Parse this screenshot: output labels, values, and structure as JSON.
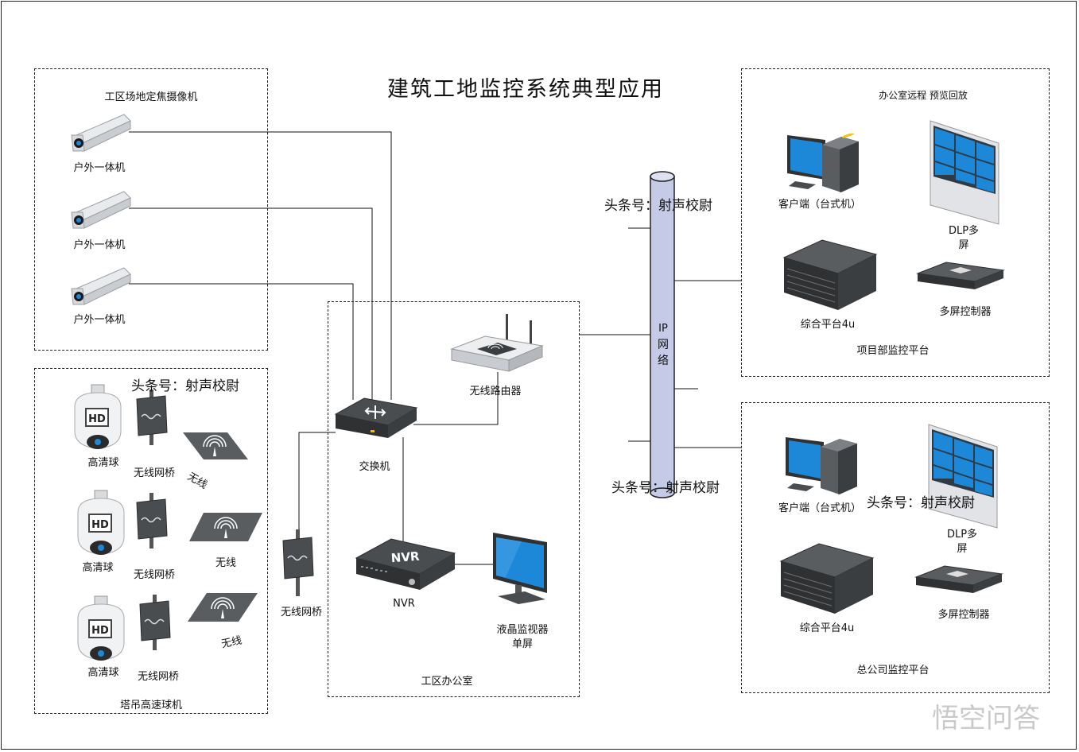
{
  "title": "建筑工地监控系统典型应用",
  "watermark": "头条号：射声校尉",
  "groups": {
    "site_cameras": "工区场地定焦摄像机",
    "tower_domes": "塔吊高速球机",
    "site_office": "工区办公室",
    "project_platform": "项目部监控平台",
    "hq_platform": "总公司监控平台",
    "office_remote": "办公室远程 预览回放"
  },
  "labels": {
    "outdoor_camera": "户外一体机",
    "hd_dome": "高清球",
    "wireless_bridge": "无线网桥",
    "wireless": "无线",
    "switch": "交换机",
    "wireless_router": "无线路由器",
    "nvr": "NVR",
    "lcd_monitor_line1": "液晶监视器",
    "lcd_monitor_line2": "单屏",
    "client_desktop": "客户端（台式机）",
    "dlp_line1": "DLP多",
    "dlp_line2": "屏",
    "platform_4u": "综合平台4u",
    "multi_screen_controller": "多屏控制器",
    "ip_network": "IP网络",
    "nvr_badge": "NVR",
    "hd_badge": "HD"
  },
  "ip_chars": [
    "IP",
    "网",
    "络"
  ],
  "logo_text": "悟空问答",
  "colors": {
    "pipe_fill": "#c5cbe6",
    "screen_blue": "#1e88d8",
    "device_dark": "#3a3d40",
    "dashed": "#222222"
  }
}
